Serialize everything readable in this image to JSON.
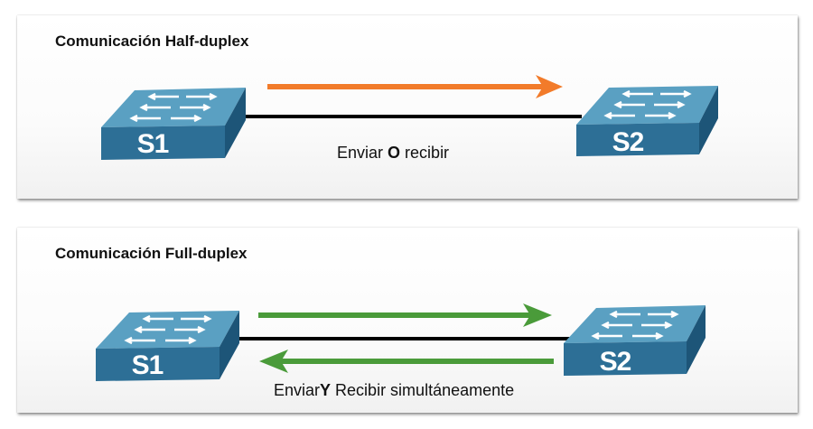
{
  "panels": [
    {
      "title": "Comunicación Half-duplex",
      "switch_left": "S1",
      "switch_right": "S2",
      "caption_pre": "Enviar ",
      "caption_bold": "O",
      "caption_post": " recibir",
      "arrow_color": "#f27b2a",
      "arrows": [
        "right"
      ]
    },
    {
      "title": "Comunicación Full-duplex",
      "switch_left": "S1",
      "switch_right": "S2",
      "caption_pre": "Enviar",
      "caption_bold": "Y",
      "caption_post": " Recibir simultáneamente",
      "arrow_color": "#4a9b3a",
      "arrows": [
        "right",
        "left"
      ]
    }
  ],
  "colors": {
    "switch_top": "#5aa0c2",
    "switch_front": "#2d6f96",
    "switch_side": "#1d5578",
    "link": "#000000"
  },
  "icons": [
    "switch-icon",
    "arrow-right-icon",
    "arrow-left-icon"
  ]
}
